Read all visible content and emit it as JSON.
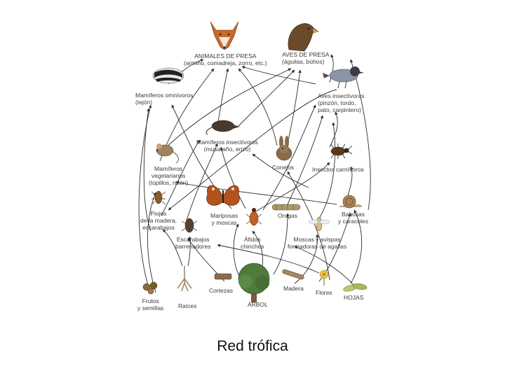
{
  "diagram": {
    "caption": "Red trófica",
    "labels": {
      "predators": "ANIMALES DE PRESA\n(armiño, comadreja, zorro, etc.)",
      "birds_prey": "AVES DE PRESA\n(águilas, búhos)",
      "omnivores": "Mamíferos omnívoros\n(tejón)",
      "insect_birds": "Aves insectívoras\n(pinzón, tordo,\npato, carpintero)",
      "insect_mammals": "Mamíferos insectívoros\n(musaraño, erizo)",
      "rabbits": "Conejos",
      "carnivore_insects": "Insectos carnívoros",
      "veg_mammals": "Mamíferos\nvegetarianos\n(topillos, ratón)",
      "woodlice": "Piojos\nde la madera,\nescarabajos",
      "butterflies": "Mariposas\ny moscas",
      "caterpillars": "Orugas",
      "slugs": "Babosas\ny caracoles",
      "bark_beetles": "Escarabajos\nbarrenadores",
      "aphids": "Áfidos\nchinches",
      "flies_wasps": "Moscas y avispas\nformadoras de agallas",
      "fruits": "Frutos\ny semillas",
      "roots": "Raíces",
      "bark": "Cortezas",
      "tree": "ÁRBOL",
      "wood": "Madera",
      "flowers": "Flores",
      "leaves": "HOJAS"
    }
  },
  "colors": {
    "arrow": "#2b2b2b",
    "foliage": "#4f7a3a",
    "trunk": "#7a5a3a",
    "fox": "#c8682a",
    "eagle": "#6b4a2a",
    "butterfly": "#b4521e",
    "leaves": "#b9c86a",
    "flower": "#e9c24a"
  },
  "icons": [
    "fox-icon",
    "eagle-icon",
    "badger-icon",
    "bird-icon",
    "shrew-icon",
    "rabbit-icon",
    "beetle-icon",
    "mouse-icon",
    "snail-icon",
    "butterfly-icon",
    "caterpillar-icon",
    "wasp-icon",
    "tree-icon",
    "roots-icon",
    "fruits-icon",
    "flower-icon",
    "leaves-icon",
    "wood-icon",
    "bark-icon"
  ]
}
